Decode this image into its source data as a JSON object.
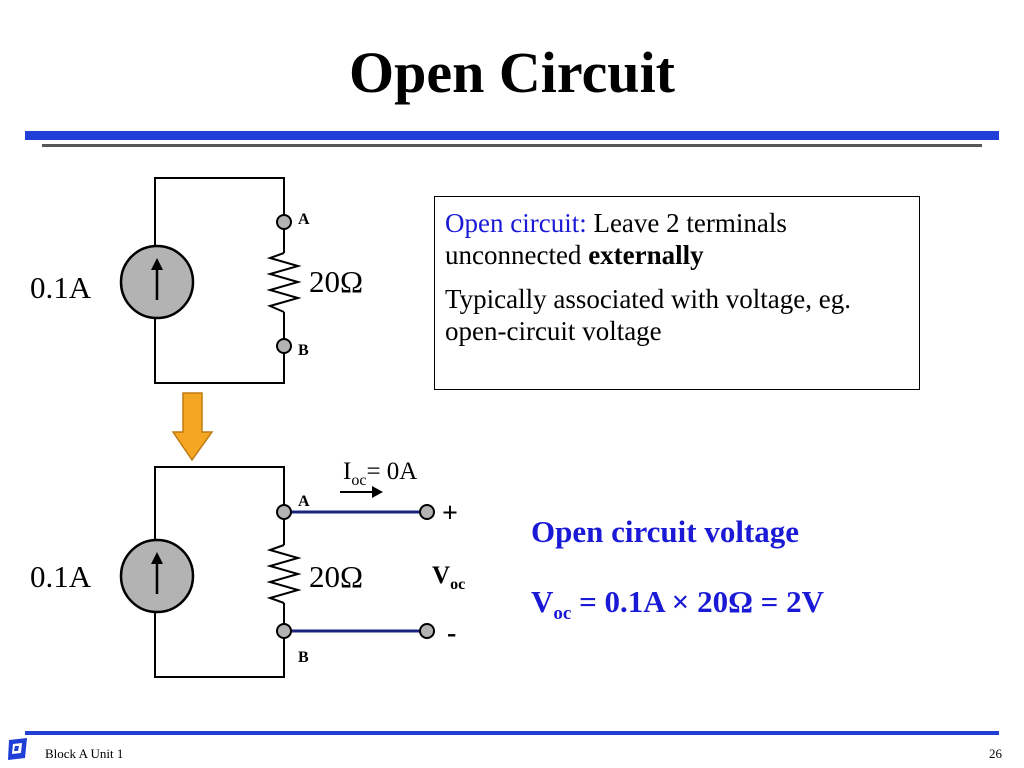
{
  "title": "Open Circuit",
  "circuit_top": {
    "source_label": "0.1A",
    "resistor_label": "20Ω",
    "terminal_a": "A",
    "terminal_b": "B"
  },
  "circuit_bottom": {
    "source_label": "0.1A",
    "resistor_label": "20Ω",
    "terminal_a": "A",
    "terminal_b": "B",
    "current_label_main": "I",
    "current_label_sub": "oc",
    "current_label_value": "= 0A",
    "voltage_label_main": "V",
    "voltage_label_sub": "oc",
    "plus": "+",
    "minus": "-"
  },
  "definition_box": {
    "term": "Open circuit:",
    "text_1": " Leave 2 terminals unconnected ",
    "emphasis": "externally",
    "text_2": "Typically associated with voltage, eg. open-circuit voltage"
  },
  "ocv": {
    "heading": "Open circuit voltage",
    "v": "V",
    "sub": "oc",
    "rest": " = 0.1A × 20Ω = 2V"
  },
  "footer": {
    "text": "Block A Unit 1",
    "page": "26"
  },
  "colors": {
    "accent_blue": "#1a1ad6",
    "rule_blue": "#1f3fd6",
    "arrow_orange": "#f5a623",
    "source_gray": "#b3b3b3",
    "wire_navy": "#1a237e"
  }
}
